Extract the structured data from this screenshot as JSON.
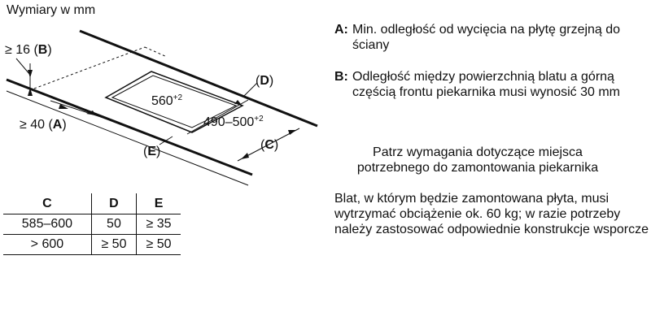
{
  "title": "Wymiary w mm",
  "labels": {
    "b_min": "≥ 16 (",
    "b_letter": "B",
    "b_close": ")",
    "a_min": "≥ 40 (",
    "a_letter": "A",
    "a_close": ")",
    "d_open": "(",
    "d_letter": "D",
    "d_close": ")",
    "c_open": "(",
    "c_letter": "C",
    "c_close": ")",
    "e_open": "(",
    "e_letter": "E",
    "e_close": ")",
    "cutout_width": "560",
    "cutout_width_sup": "+2",
    "cutout_depth": "490–500",
    "cutout_depth_sup": "+2"
  },
  "table": {
    "headers": [
      "C",
      "D",
      "E"
    ],
    "rows": [
      [
        "585–600",
        "50",
        "≥ 35"
      ],
      [
        "> 600",
        "≥ 50",
        "≥ 50"
      ]
    ]
  },
  "notes": {
    "a_key": "A:",
    "a_text": "Min. odległość od wycięcia na płytę grzejną do ściany",
    "b_key": "B:",
    "b_text": "Odległość między powierzchnią blatu a górną częścią frontu piekarnika musi wynosić 30 mm",
    "ventilation": "Patrz wymagania dotyczące miejsca potrzebnego do zamontowania piekarnika",
    "support": "Blat, w którym będzie zamontowana płyta, musi wytrzymać obciążenie ok. 60 kg; w razie potrzeby należy zastosować odpowiednie konstrukcje wsporcze"
  }
}
